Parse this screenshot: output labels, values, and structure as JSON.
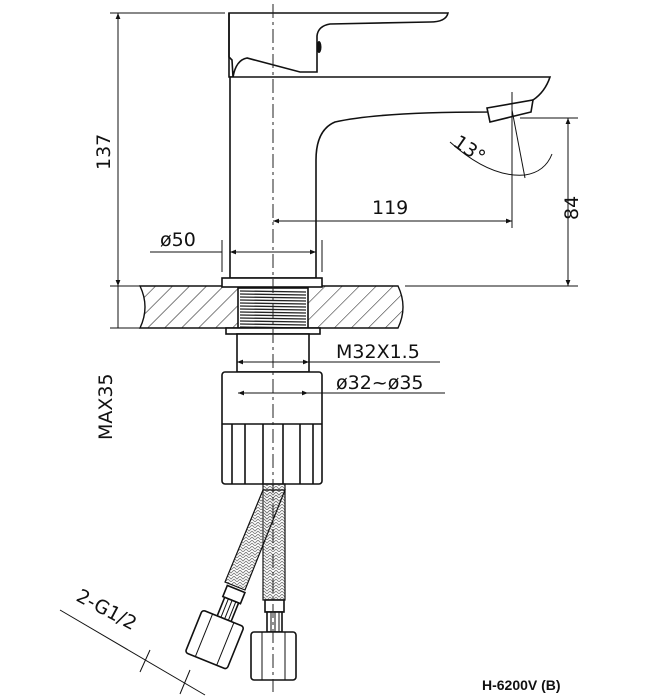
{
  "drawing": {
    "model": "H-6200V (B)",
    "dimensions": {
      "height_total": "137",
      "spout_height": "84",
      "spout_reach": "119",
      "base_diameter": "ø50",
      "thread": "M32X1.5",
      "hole_diameter": "ø32~ø35",
      "max_counter_thickness": "MAX35",
      "spout_angle": "13°",
      "inlet_connection": "2-G1/2"
    }
  }
}
